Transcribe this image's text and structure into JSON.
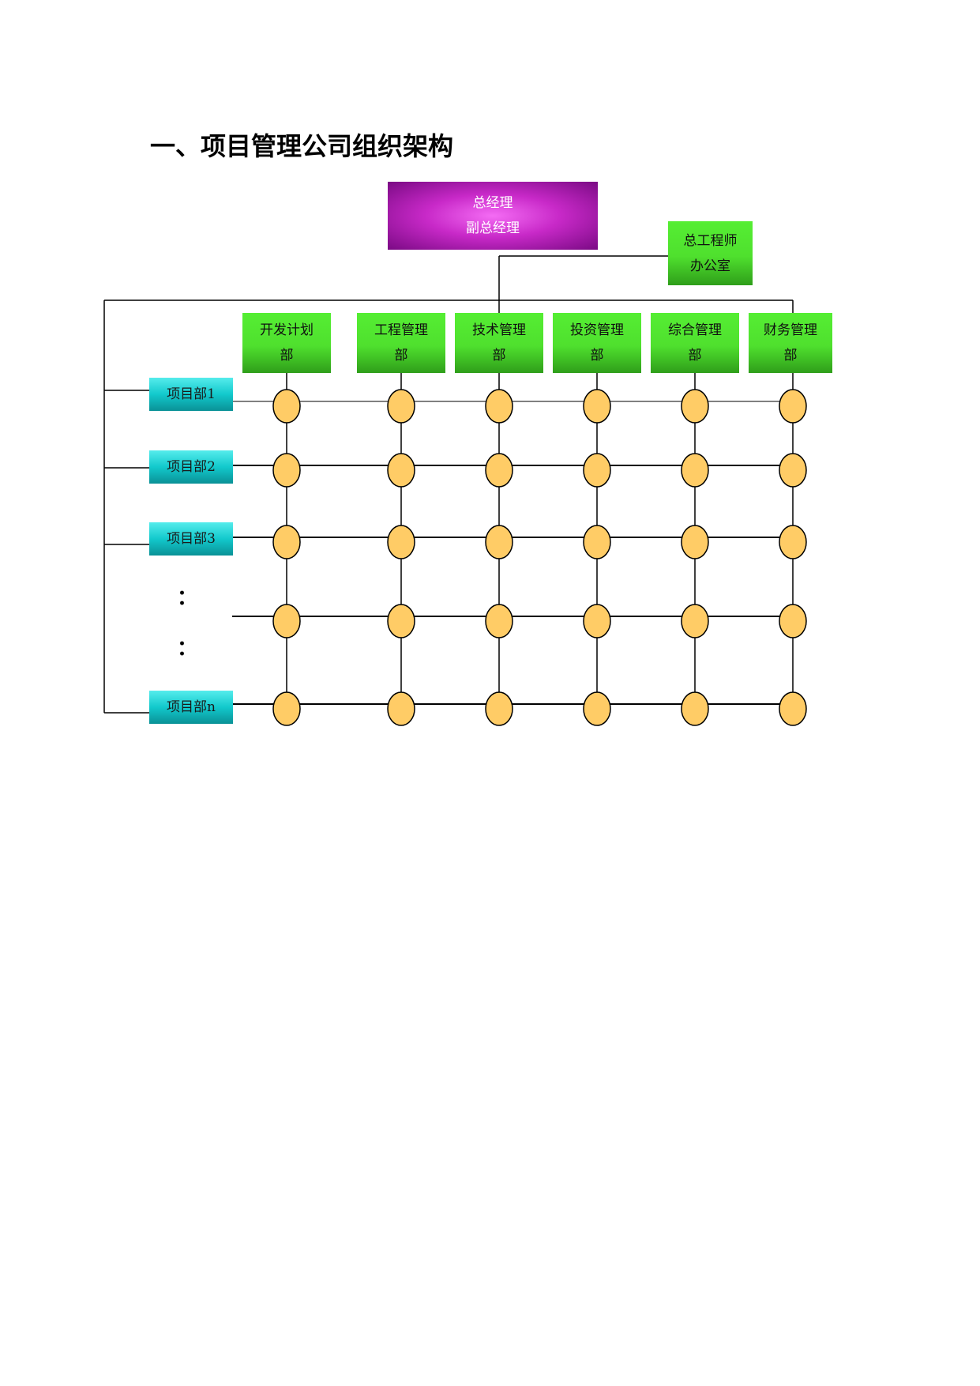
{
  "page": {
    "title": "一、项目管理公司组织架构"
  },
  "general_manager": {
    "line1": "总经理",
    "line2": "副总经理"
  },
  "chief_engineer_office": {
    "line1": "总工程师",
    "line2": "办公室"
  },
  "departments": [
    {
      "line1": "开发计划",
      "line2": "部"
    },
    {
      "line1": "工程管理",
      "line2": "部"
    },
    {
      "line1": "技术管理",
      "line2": "部"
    },
    {
      "line1": "投资管理",
      "line2": "部"
    },
    {
      "line1": "综合管理",
      "line2": "部"
    },
    {
      "line1": "财务管理",
      "line2": "部"
    }
  ],
  "projects": [
    {
      "label": "项目部1"
    },
    {
      "label": "项目部2"
    },
    {
      "label": "项目部3"
    },
    {
      "label": "项目部n"
    }
  ],
  "ellipsis": [
    "：",
    "："
  ],
  "colors": {
    "general_manager": "#c829c8",
    "department": "#4fe02e",
    "project": "#12c9cc",
    "node_fill": "#ffcc66",
    "line": "#000000"
  }
}
